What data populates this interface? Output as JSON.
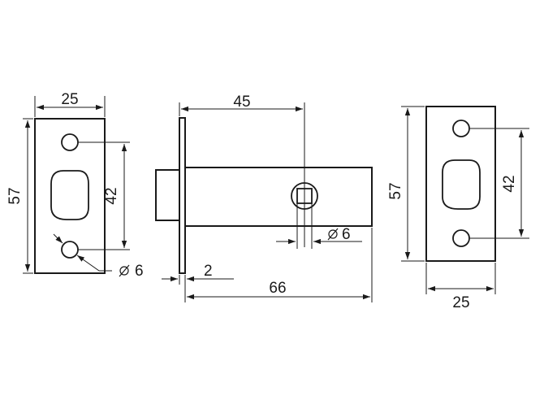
{
  "dimensions": {
    "strike_width": "25",
    "strike_height": "57",
    "strike_hole_spacing": "42",
    "strike_hole_diameter": "6",
    "backset": "45",
    "faceplate_thickness": "2",
    "body_length": "66",
    "spindle_square": "6",
    "plate_height": "57",
    "plate_hole_spacing": "42",
    "plate_width": "25"
  },
  "colors": {
    "ink": "#1a1a1a",
    "paper": "#ffffff"
  }
}
